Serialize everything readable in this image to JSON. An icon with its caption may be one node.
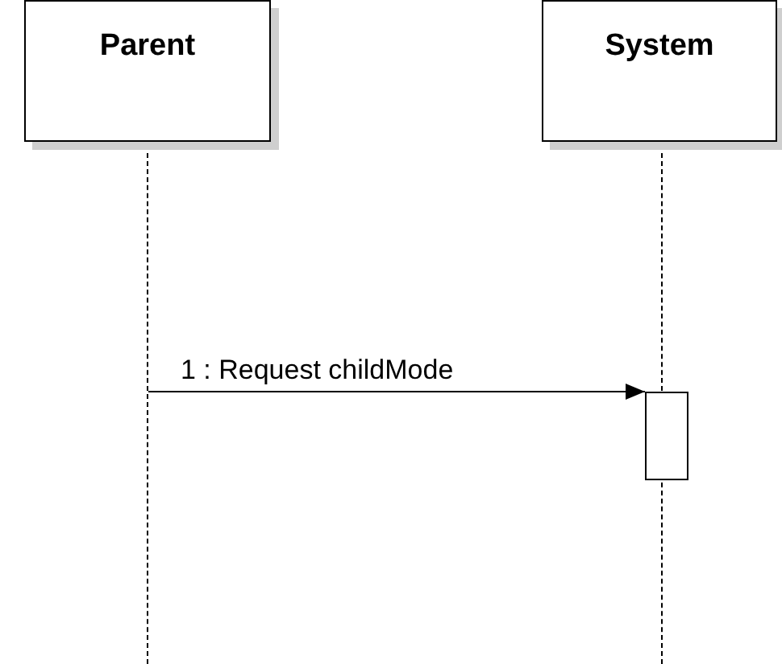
{
  "diagram": {
    "nodes": [
      {
        "text": [
          "Parent"
        ]
      },
      {
        "text": [
          "System"
        ]
      },
      {
        "text": [],
        "shape": "line"
      },
      {
        "text": [],
        "shape": "line"
      },
      {
        "text": [],
        "shape": "bar"
      }
    ],
    "edges": [
      {
        "from": 2,
        "to": 4,
        "arrow": "to",
        "label": "1 : Request childMode"
      }
    ]
  }
}
